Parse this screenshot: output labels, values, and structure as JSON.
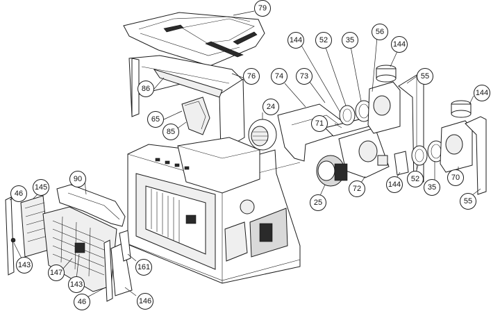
{
  "diagram": {
    "callouts": [
      {
        "id": "c79",
        "label": "79"
      },
      {
        "id": "c144a",
        "label": "144"
      },
      {
        "id": "c52a",
        "label": "52"
      },
      {
        "id": "c35a",
        "label": "35"
      },
      {
        "id": "c56",
        "label": "56"
      },
      {
        "id": "c144b",
        "label": "144"
      },
      {
        "id": "c76",
        "label": "76"
      },
      {
        "id": "c74",
        "label": "74"
      },
      {
        "id": "c73",
        "label": "73"
      },
      {
        "id": "c55a",
        "label": "55"
      },
      {
        "id": "c144c",
        "label": "144"
      },
      {
        "id": "c86",
        "label": "86"
      },
      {
        "id": "c24",
        "label": "24"
      },
      {
        "id": "c71",
        "label": "71"
      },
      {
        "id": "c65",
        "label": "65"
      },
      {
        "id": "c85",
        "label": "85"
      },
      {
        "id": "c144d",
        "label": "144"
      },
      {
        "id": "c52b",
        "label": "52"
      },
      {
        "id": "c70",
        "label": "70"
      },
      {
        "id": "c72",
        "label": "72"
      },
      {
        "id": "c35b",
        "label": "35"
      },
      {
        "id": "c90",
        "label": "90"
      },
      {
        "id": "c25",
        "label": "25"
      },
      {
        "id": "c55b",
        "label": "55"
      },
      {
        "id": "c46a",
        "label": "46"
      },
      {
        "id": "c145",
        "label": "145"
      },
      {
        "id": "c143a",
        "label": "143"
      },
      {
        "id": "c147",
        "label": "147"
      },
      {
        "id": "c161",
        "label": "161"
      },
      {
        "id": "c143b",
        "label": "143"
      },
      {
        "id": "c46b",
        "label": "46"
      },
      {
        "id": "c146",
        "label": "146"
      }
    ]
  }
}
